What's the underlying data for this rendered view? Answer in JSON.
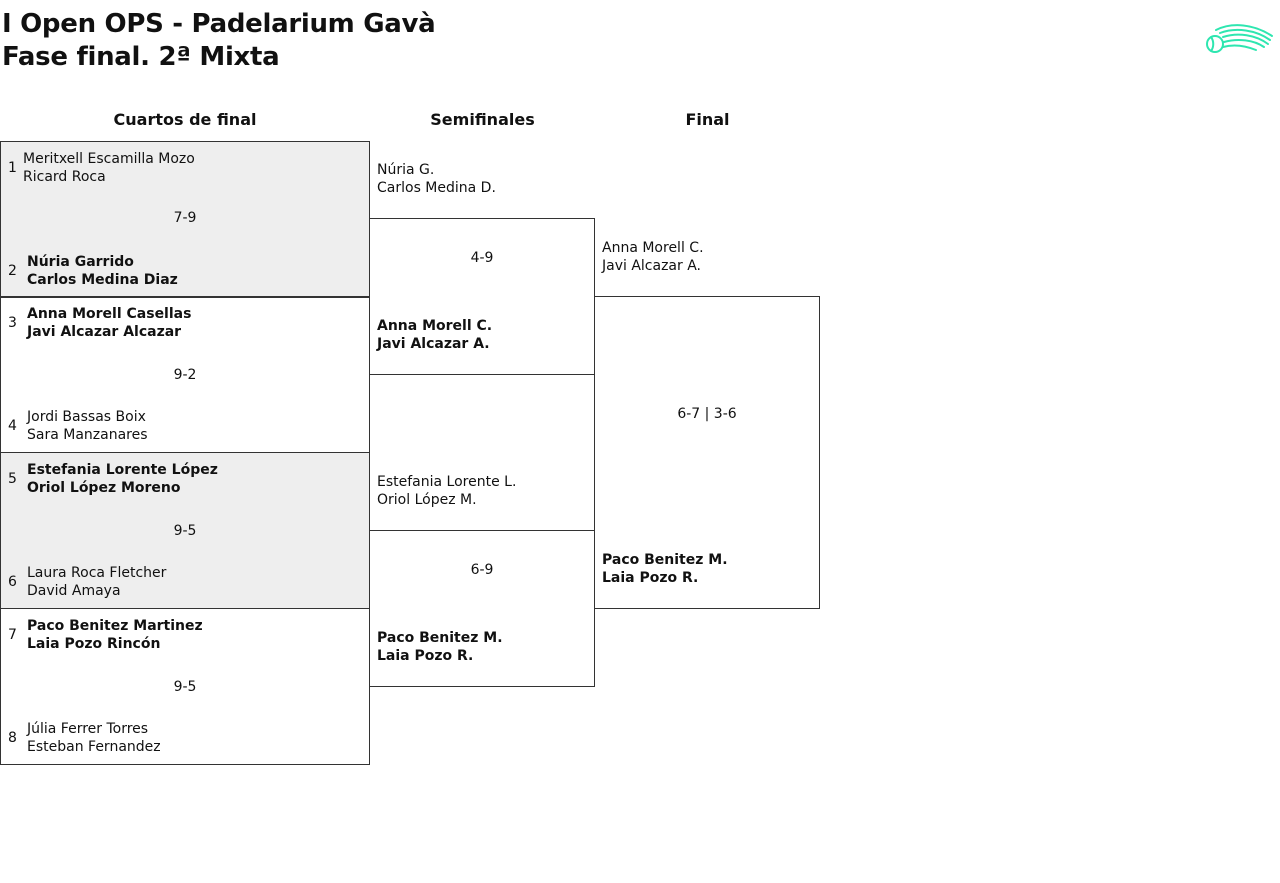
{
  "header": {
    "title_line1": "I Open OPS - Padelarium Gavà",
    "title_line2": "Fase final. 2ª Mixta",
    "logo_icon": "padel-ball-logo-icon",
    "logo_color": "#2ee6b0"
  },
  "columns": {
    "quarterfinals": "Cuartos de final",
    "semifinals": "Semifinales",
    "final": "Final"
  },
  "quarterfinals": [
    {
      "score": "7-9",
      "team_a": {
        "seed": "1",
        "player1": "Meritxell Escamilla Mozo",
        "player2": "Ricard Roca"
      },
      "team_b": {
        "seed": "2",
        "player1": "Núria Garrido",
        "player2": "Carlos Medina Diaz"
      }
    },
    {
      "score": "9-2",
      "team_a": {
        "seed": "3",
        "player1": "Anna Morell Casellas",
        "player2": "Javi Alcazar Alcazar"
      },
      "team_b": {
        "seed": "4",
        "player1": "Jordi Bassas Boix",
        "player2": "Sara Manzanares"
      }
    },
    {
      "score": "9-5",
      "team_a": {
        "seed": "5",
        "player1": "Estefania Lorente López",
        "player2": "Oriol López Moreno"
      },
      "team_b": {
        "seed": "6",
        "player1": "Laura Roca Fletcher",
        "player2": "David Amaya"
      }
    },
    {
      "score": "9-5",
      "team_a": {
        "seed": "7",
        "player1": "Paco Benitez Martinez",
        "player2": "Laia Pozo Rincón"
      },
      "team_b": {
        "seed": "8",
        "player1": "Júlia Ferrer Torres",
        "player2": "Esteban Fernandez"
      }
    }
  ],
  "semifinals": [
    {
      "score": "4-9",
      "team_a": {
        "player1": "Núria G.",
        "player2": "Carlos Medina D."
      },
      "team_b": {
        "player1": "Anna Morell C.",
        "player2": "Javi Alcazar A."
      }
    },
    {
      "score": "6-9",
      "team_a": {
        "player1": "Estefania Lorente L.",
        "player2": "Oriol López M."
      },
      "team_b": {
        "player1": "Paco Benitez M.",
        "player2": "Laia Pozo R."
      }
    }
  ],
  "final": {
    "score": "6-7 | 3-6",
    "team_a": {
      "player1": "Anna Morell C.",
      "player2": "Javi Alcazar A."
    },
    "team_b": {
      "player1": "Paco Benitez M.",
      "player2": "Laia Pozo R."
    }
  }
}
